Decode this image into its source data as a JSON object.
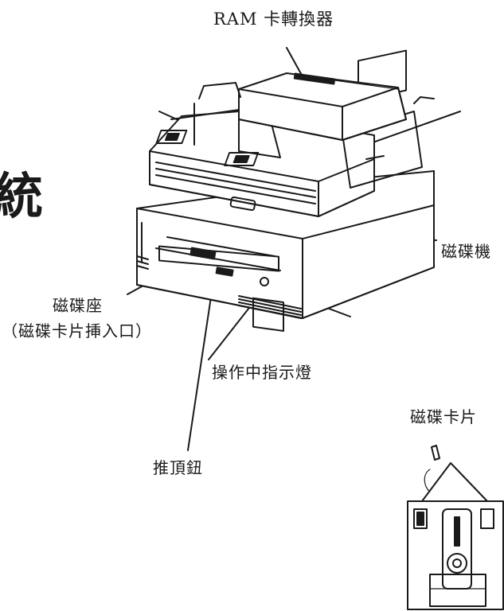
{
  "labels": {
    "ram_adapter": "RAM 卡轉換器",
    "disk_drive": "磁碟機",
    "disk_slot": "磁碟座",
    "disk_slot_note": "（磁碟卡片挿入口）",
    "busy_lamp": "操作中指示燈",
    "eject_button": "推頂鈕",
    "disk_card": "磁碟卡片",
    "partial_heading": "統"
  }
}
